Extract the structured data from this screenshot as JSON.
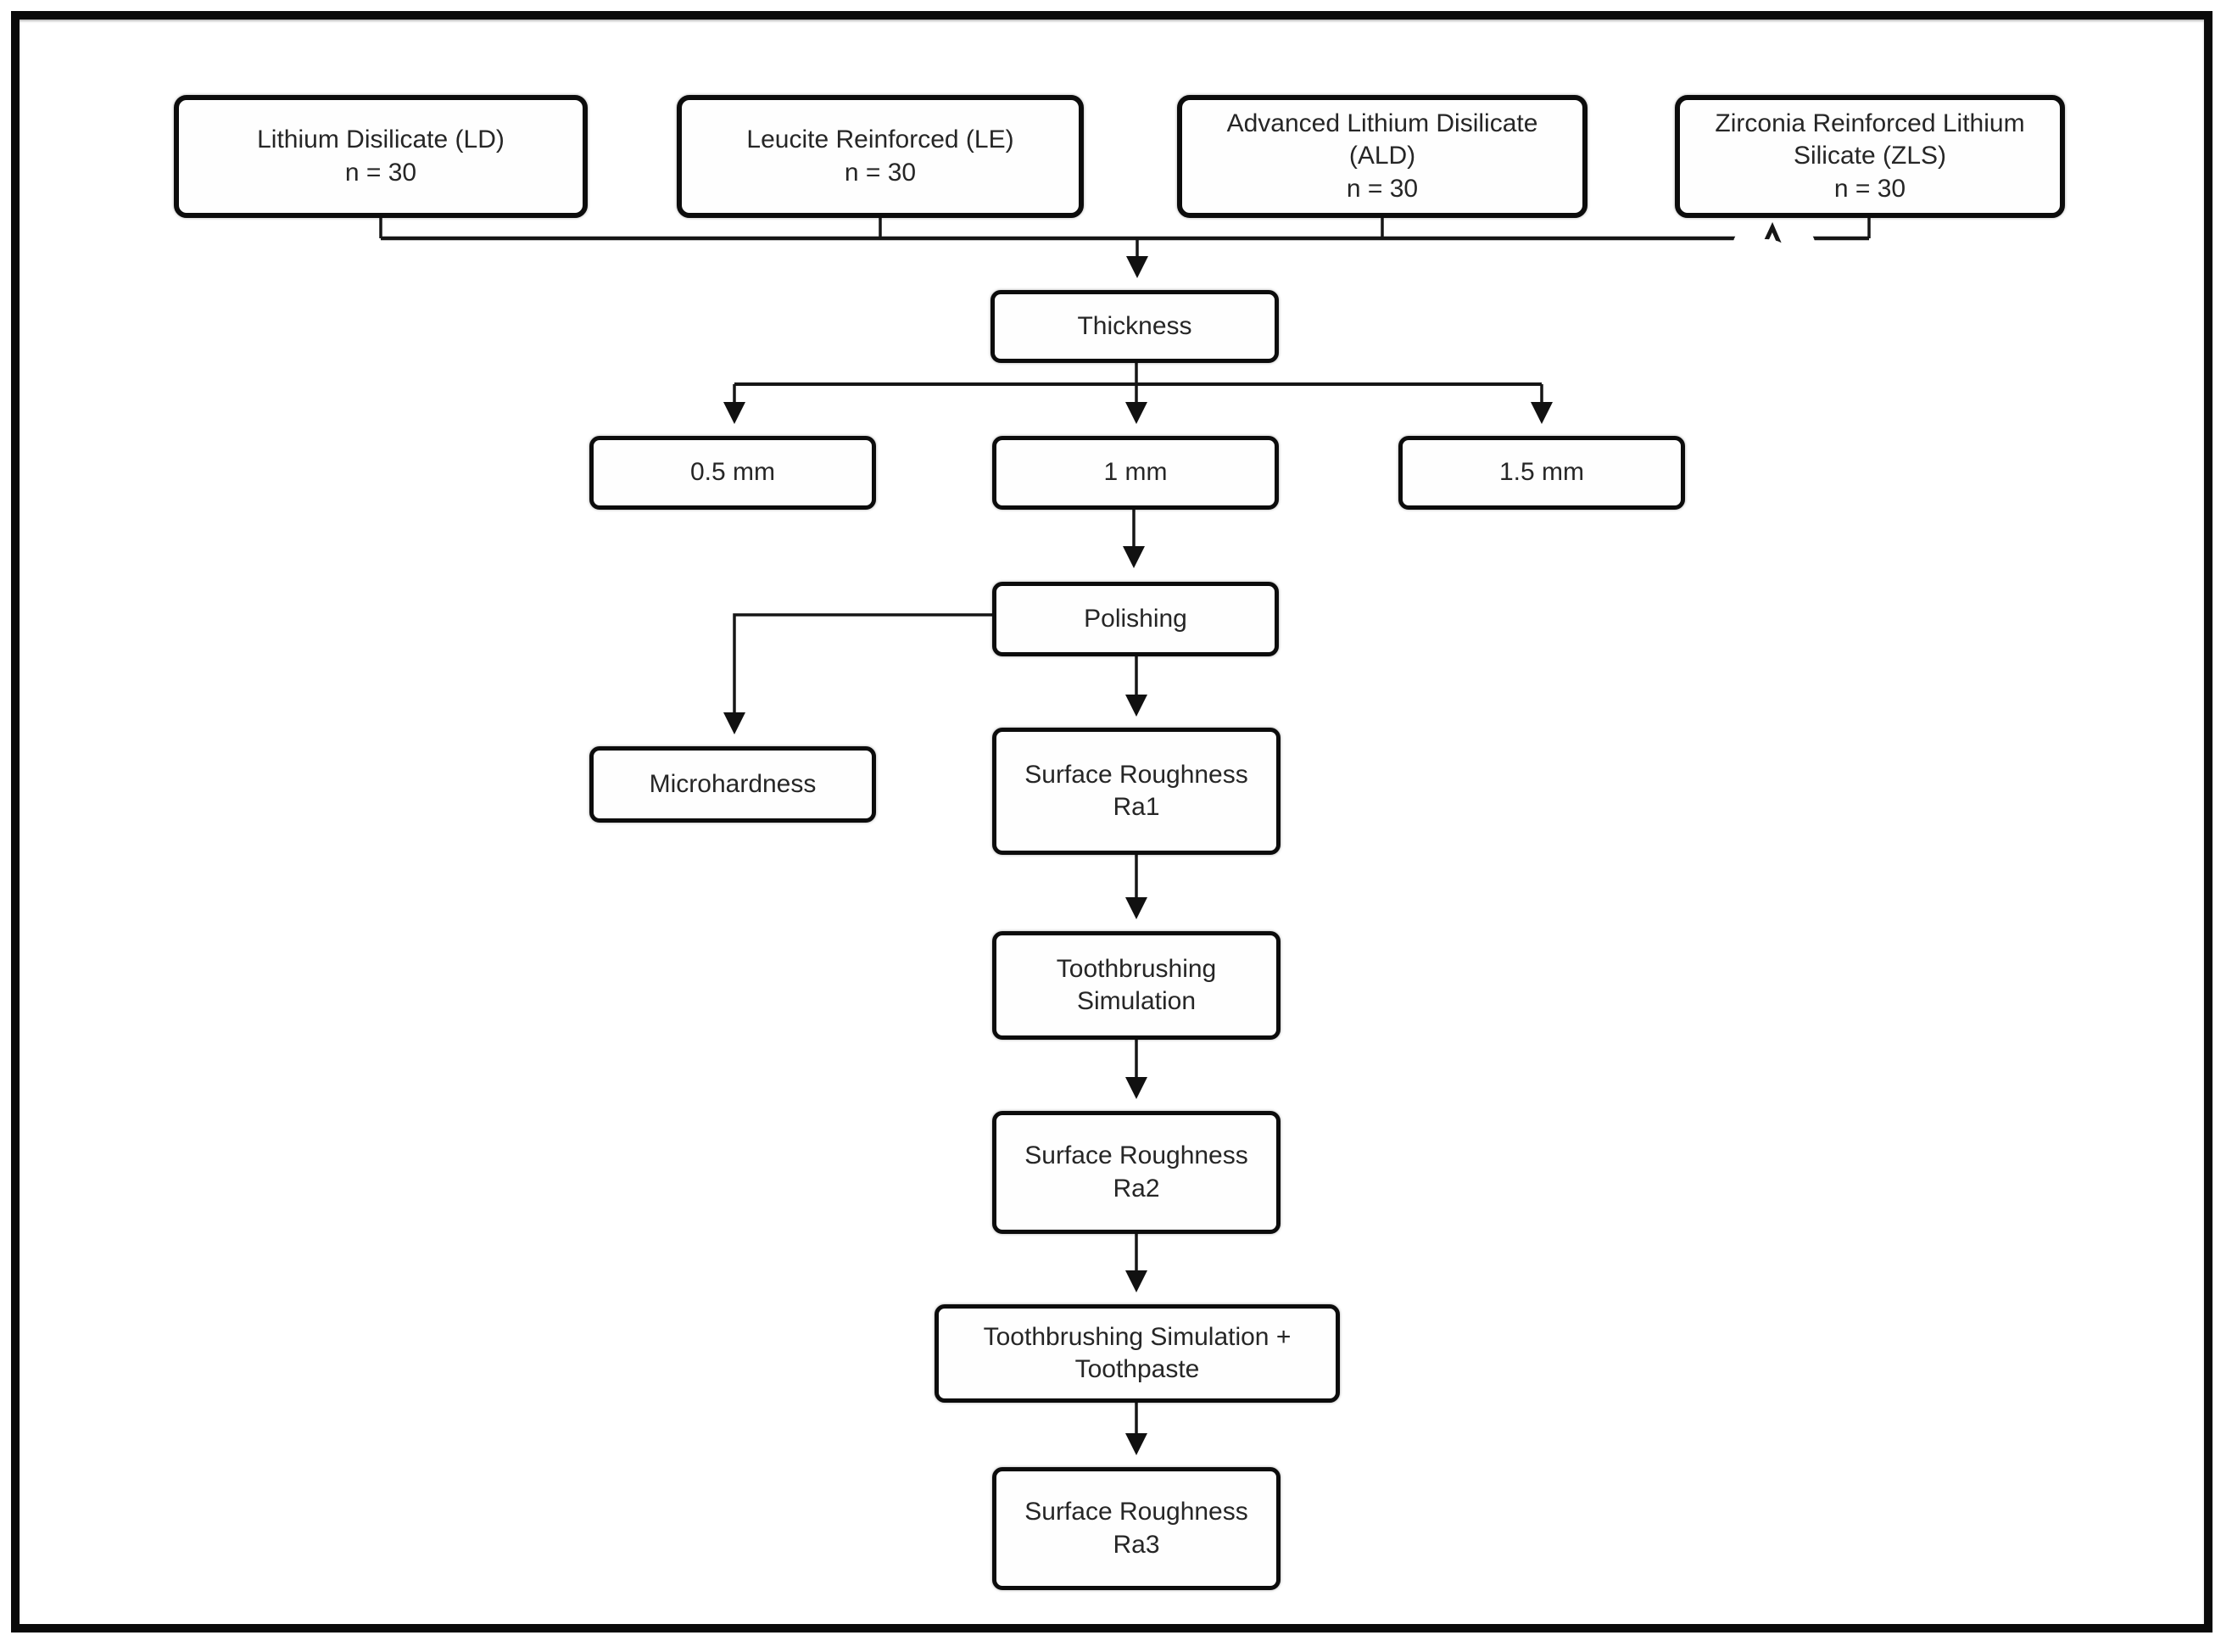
{
  "diagram": {
    "type": "flowchart",
    "nodes": {
      "ld": "Lithium Disilicate (LD)\nn = 30",
      "le": "Leucite Reinforced (LE)\nn = 30",
      "ald": "Advanced Lithium Disilicate\n(ALD)\nn = 30",
      "zls": "Zirconia Reinforced Lithium\nSilicate (ZLS)\nn = 30",
      "thickness": "Thickness",
      "t05": "0.5 mm",
      "t1": "1 mm",
      "t15": "1.5 mm",
      "polishing": "Polishing",
      "microhardness": "Microhardness",
      "ra1": "Surface Roughness\nRa1",
      "tbs": "Toothbrushing\nSimulation",
      "tbs_tp": "Toothbrushing Simulation +\nToothpaste",
      "ra2": "Surface Roughness\nRa2",
      "ra3": "Surface Roughness\nRa3"
    },
    "edges": [
      [
        "ld",
        "thickness"
      ],
      [
        "le",
        "thickness"
      ],
      [
        "ald",
        "thickness"
      ],
      [
        "zls",
        "thickness"
      ],
      [
        "thickness",
        "t05"
      ],
      [
        "thickness",
        "t1"
      ],
      [
        "thickness",
        "t15"
      ],
      [
        "t1",
        "polishing"
      ],
      [
        "polishing",
        "microhardness"
      ],
      [
        "polishing",
        "ra1"
      ],
      [
        "ra1",
        "tbs"
      ],
      [
        "tbs",
        "ra2"
      ],
      [
        "ra2",
        "tbs_tp"
      ],
      [
        "tbs_tp",
        "ra3"
      ]
    ],
    "colors": {
      "box_border": "#0c0c0c",
      "box_fill": "#fefefe",
      "text": "#262626",
      "line": "#161616",
      "frame": "#0a0a0a",
      "background": "#ffffff"
    }
  }
}
